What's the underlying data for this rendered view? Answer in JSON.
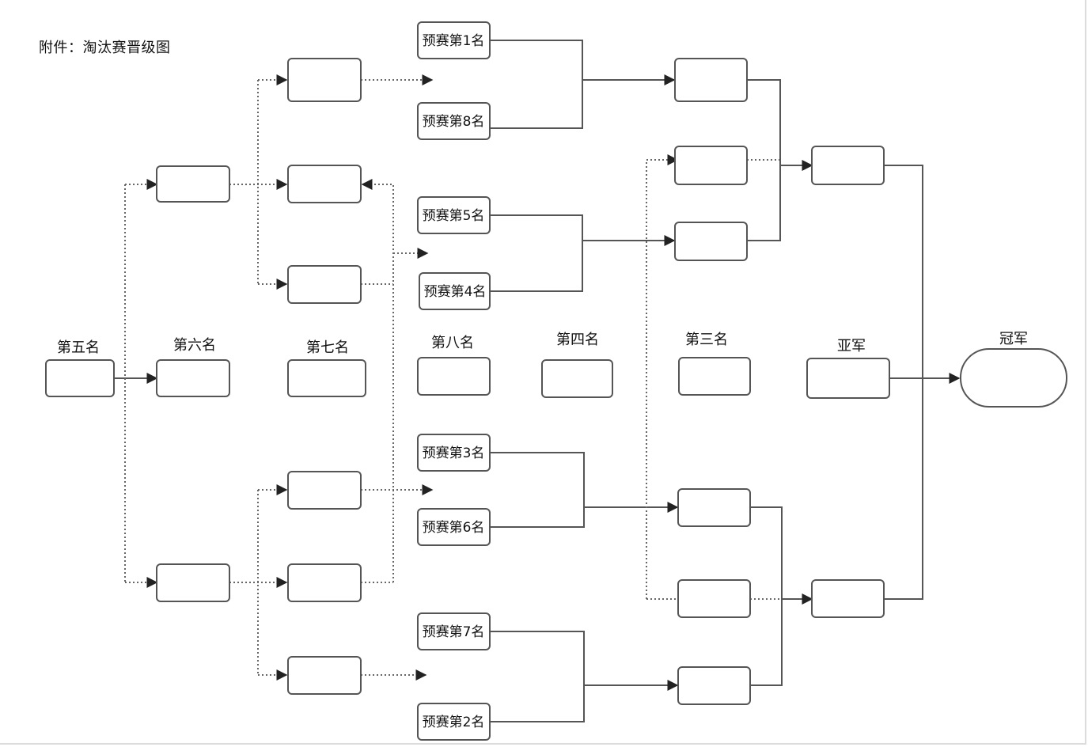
{
  "title": "附件：淘汰赛晋级图",
  "seeds": {
    "s1": "预赛第1名",
    "s8": "预赛第8名",
    "s5": "预赛第5名",
    "s4": "预赛第4名",
    "s3": "预赛第3名",
    "s6": "预赛第6名",
    "s7": "预赛第7名",
    "s2": "预赛第2名"
  },
  "places": {
    "fifth": "第五名",
    "sixth": "第六名",
    "seventh": "第七名",
    "eighth": "第八名",
    "fourth": "第四名",
    "third": "第三名",
    "runner_up": "亚军",
    "champion": "冠军"
  }
}
